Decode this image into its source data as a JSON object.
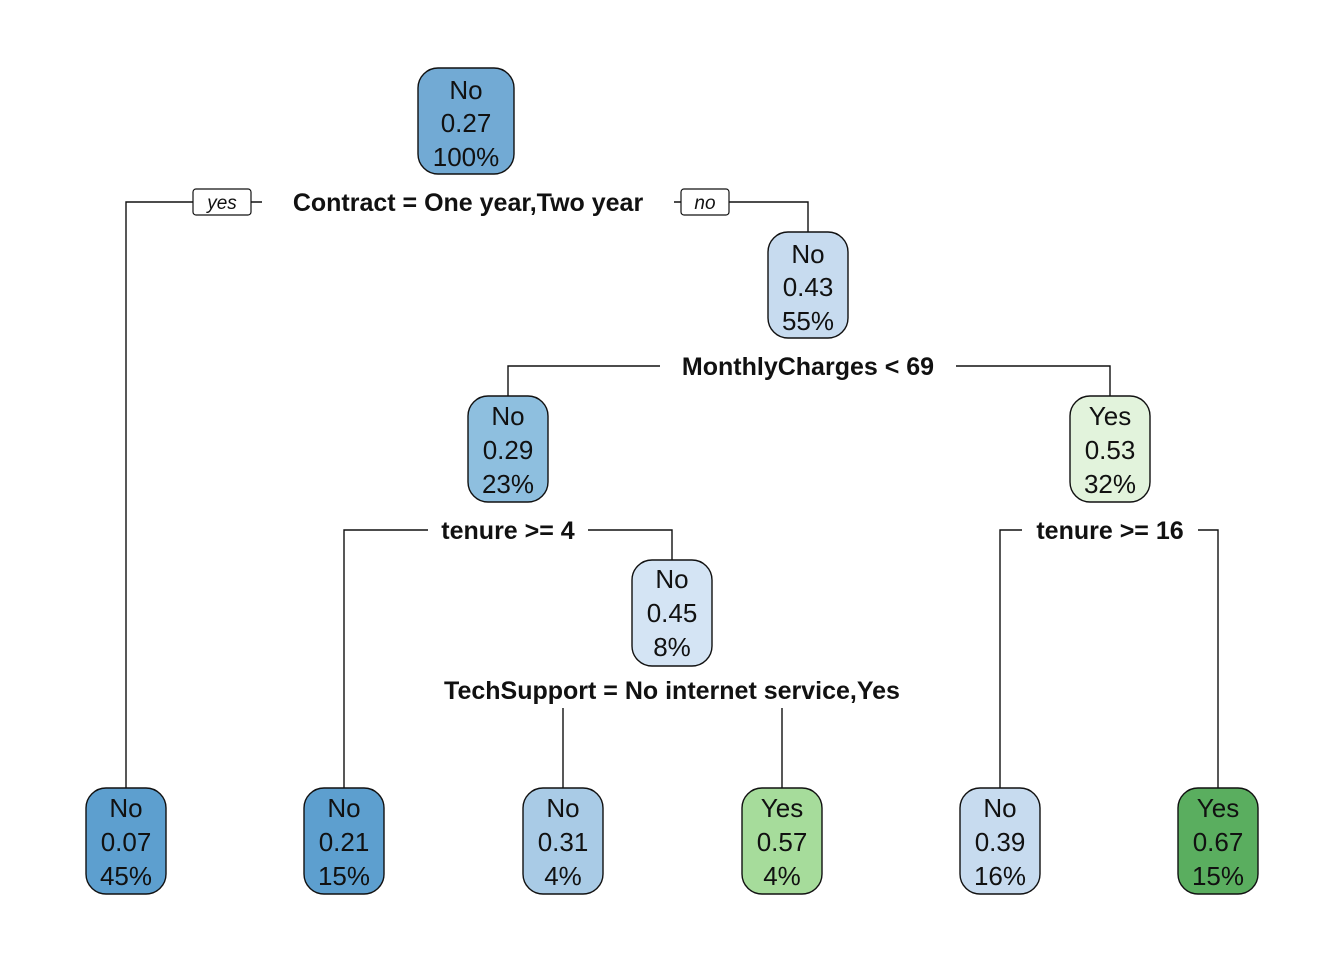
{
  "colors": {
    "No_dark": "#5d9fcf",
    "No_mid": "#72aad4",
    "No_light1": "#8ebfdf",
    "No_light2": "#a9cbe6",
    "No_lightest": "#c7dbef",
    "No_faint": "#d4e4f4",
    "Yes_faint": "#e2f3dc",
    "Yes_light": "#a6dc9b",
    "Yes_dark": "#5aae5f"
  },
  "branch_tags": {
    "yes": "yes",
    "no": "no"
  },
  "nodes": [
    {
      "id": "root",
      "class": "No",
      "prob": "0.27",
      "pct": "100%",
      "color": "#72aad4"
    },
    {
      "id": "n2",
      "class": "No",
      "prob": "0.43",
      "pct": "55%",
      "color": "#c7dbef"
    },
    {
      "id": "n4",
      "class": "No",
      "prob": "0.29",
      "pct": "23%",
      "color": "#8ebfdf"
    },
    {
      "id": "n5",
      "class": "Yes",
      "prob": "0.53",
      "pct": "32%",
      "color": "#e2f3dc"
    },
    {
      "id": "n9",
      "class": "No",
      "prob": "0.45",
      "pct": "8%",
      "color": "#d4e4f4"
    },
    {
      "id": "leaf1",
      "class": "No",
      "prob": "0.07",
      "pct": "45%",
      "color": "#5d9fcf"
    },
    {
      "id": "leaf2",
      "class": "No",
      "prob": "0.21",
      "pct": "15%",
      "color": "#5d9fcf"
    },
    {
      "id": "leaf3",
      "class": "No",
      "prob": "0.31",
      "pct": "4%",
      "color": "#a9cbe6"
    },
    {
      "id": "leaf4",
      "class": "Yes",
      "prob": "0.57",
      "pct": "4%",
      "color": "#a6dc9b"
    },
    {
      "id": "leaf5",
      "class": "No",
      "prob": "0.39",
      "pct": "16%",
      "color": "#c7dbef"
    },
    {
      "id": "leaf6",
      "class": "Yes",
      "prob": "0.67",
      "pct": "15%",
      "color": "#5aae5f"
    }
  ],
  "splits": [
    {
      "id": "s_root",
      "label": "Contract = One year,Two year"
    },
    {
      "id": "s_n2",
      "label": "MonthlyCharges < 69"
    },
    {
      "id": "s_n4",
      "label": "tenure >= 4"
    },
    {
      "id": "s_n5",
      "label": "tenure >= 16"
    },
    {
      "id": "s_n9",
      "label": "TechSupport = No internet service,Yes"
    }
  ]
}
